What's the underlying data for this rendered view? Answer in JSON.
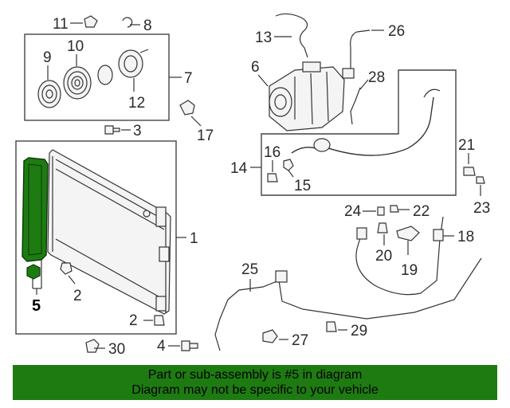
{
  "callouts": {
    "c1": "1",
    "c2a": "2",
    "c2b": "2",
    "c3": "3",
    "c4": "4",
    "c5": "5",
    "c6": "6",
    "c7": "7",
    "c8": "8",
    "c9": "9",
    "c10": "10",
    "c11": "11",
    "c12": "12",
    "c13": "13",
    "c14": "14",
    "c15": "15",
    "c16": "16",
    "c17": "17",
    "c18": "18",
    "c19": "19",
    "c20": "20",
    "c21": "21",
    "c22": "22",
    "c23": "23",
    "c24": "24",
    "c25": "25",
    "c26": "26",
    "c27": "27",
    "c28": "28",
    "c29": "29",
    "c30": "30"
  },
  "highlight_color": "#1e7b12",
  "banner": {
    "line1": "Part or sub-assembly is #5 in diagram",
    "line2": "Diagram may not be specific to your vehicle"
  }
}
